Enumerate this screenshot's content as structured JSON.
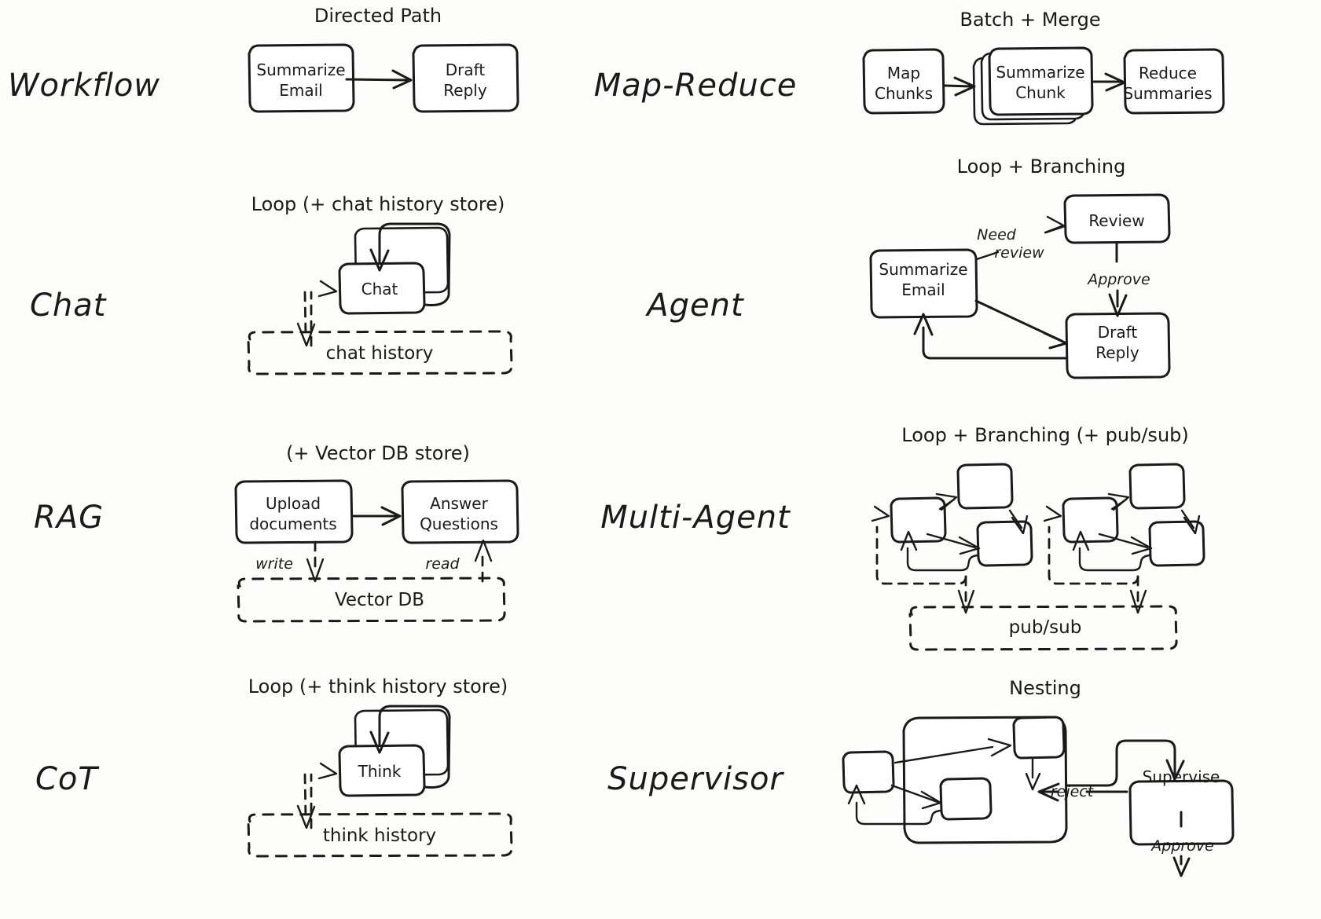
{
  "diagram": {
    "title_present": false,
    "columns": 2,
    "rows": 4
  },
  "patterns": [
    {
      "id": "workflow",
      "row_label": "Workflow",
      "caption": "Directed Path",
      "nodes": [
        "Summarize Email",
        "Draft Reply"
      ],
      "edge_labels": [],
      "store": null
    },
    {
      "id": "map-reduce",
      "row_label": "Map-Reduce",
      "caption": "Batch + Merge",
      "nodes": [
        "Map Chunks",
        "Summarize Chunk",
        "Reduce Summaries"
      ],
      "edge_labels": [],
      "store": null
    },
    {
      "id": "chat",
      "row_label": "Chat",
      "caption": "Loop (+ chat history store)",
      "nodes": [
        "Chat"
      ],
      "edge_labels": [],
      "store": "chat history"
    },
    {
      "id": "agent",
      "row_label": "Agent",
      "caption": "Loop + Branching",
      "nodes": [
        "Summarize Email",
        "Review",
        "Draft Reply"
      ],
      "edge_labels": [
        "Need review",
        "Approve"
      ],
      "store": null
    },
    {
      "id": "rag",
      "row_label": "RAG",
      "caption": "(+ Vector DB store)",
      "nodes": [
        "Upload documents",
        "Answer Questions"
      ],
      "edge_labels": [
        "write",
        "read"
      ],
      "store": "Vector DB"
    },
    {
      "id": "multi-agent",
      "row_label": "Multi-Agent",
      "caption": "Loop + Branching (+ pub/sub)",
      "nodes": [],
      "edge_labels": [],
      "store": "pub/sub"
    },
    {
      "id": "cot",
      "row_label": "CoT",
      "caption": "Loop (+ think history store)",
      "nodes": [
        "Think"
      ],
      "edge_labels": [],
      "store": "think history"
    },
    {
      "id": "supervisor",
      "row_label": "Supervisor",
      "caption": "Nesting",
      "nodes": [
        "Supervise"
      ],
      "edge_labels": [
        "reject",
        "Approve"
      ],
      "store": null
    }
  ],
  "node_text": {
    "summarize_email_1": "Summarize",
    "summarize_email_2": "Email",
    "draft_reply_1": "Draft",
    "draft_reply_2": "Reply",
    "map_chunks_1": "Map",
    "map_chunks_2": "Chunks",
    "summarize_chunk_1": "Summarize",
    "summarize_chunk_2": "Chunk",
    "reduce_summaries_1": "Reduce",
    "reduce_summaries_2": "Summaries",
    "chat": "Chat",
    "think": "Think",
    "review": "Review",
    "agent_summarize_1": "Summarize",
    "agent_summarize_2": "Email",
    "agent_draft_1": "Draft",
    "agent_draft_2": "Reply",
    "upload_1": "Upload",
    "upload_2": "documents",
    "answer_1": "Answer",
    "answer_2": "Questions",
    "supervise": "Supervise"
  },
  "stores": {
    "chat_history": "chat history",
    "vector_db": "Vector DB",
    "pub_sub": "pub/sub",
    "think_history": "think history"
  },
  "edge_labels": {
    "need_review_1": "Need",
    "need_review_2": "review",
    "approve_agent": "Approve",
    "write": "write",
    "read": "read",
    "reject": "reject",
    "approve_supervisor": "Approve"
  },
  "colors": {
    "ink": "#1a1a1a",
    "paper": "#fdfdfc",
    "node_fill": "#ffffff"
  }
}
